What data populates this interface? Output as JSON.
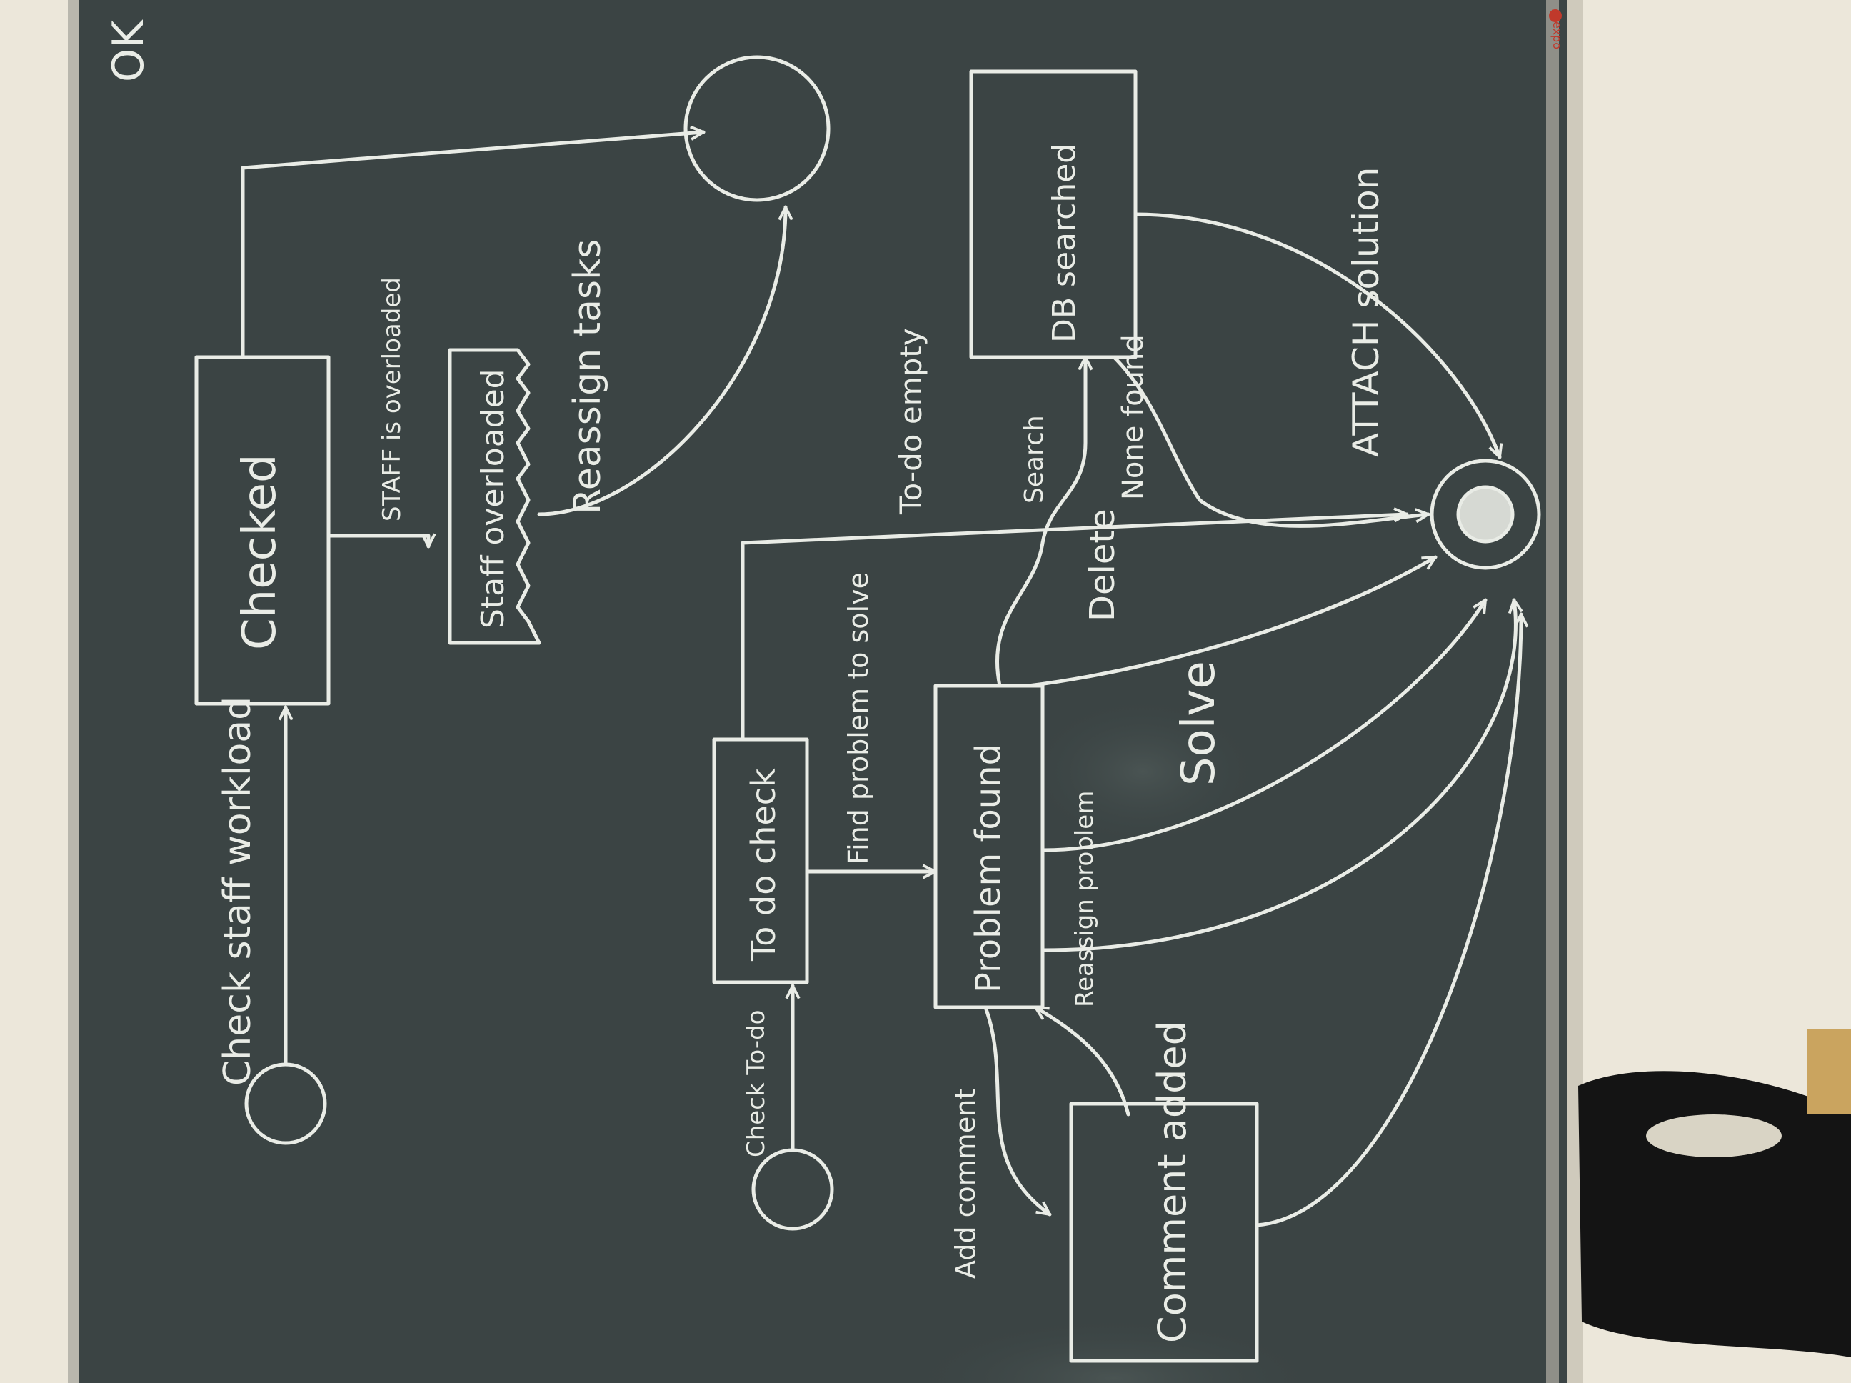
{
  "diagram": {
    "orientation": "rotated 90 degrees clockwise",
    "palette": {
      "chalkboard": "#3b4444",
      "chalk": "#e9ece6",
      "frame": "#b9b7ad",
      "wall": "#ece7da",
      "marker_red": "#c0392b",
      "bottle": "#141414"
    },
    "workflow_top": {
      "start_label": "Check staff workload",
      "state_checked": "Checked",
      "branch_ok": "OK",
      "branch_staff_overloaded": "STAFF is overloaded",
      "state_staff_overloaded": "Staff overloaded",
      "transition_reassign_tasks": "Reassign tasks"
    },
    "workflow_bottom": {
      "start_label": "Check To-do",
      "state_to_do_check": "To do check",
      "transition_find_problem": "Find problem to solve",
      "state_problem_found": "Problem found",
      "transition_todo_empty": "To-do empty",
      "transition_search": "Search",
      "state_db_searched": "DB searched",
      "transition_none_found": "None found",
      "transition_delete": "Delete",
      "transition_solve": "Solve",
      "transition_attach_solution": "ATTACH solution",
      "transition_reassign_problem": "Reassign problem",
      "transition_add_comment": "Add comment",
      "state_comment_added": "Comment added"
    },
    "tray_brand": "expo"
  }
}
